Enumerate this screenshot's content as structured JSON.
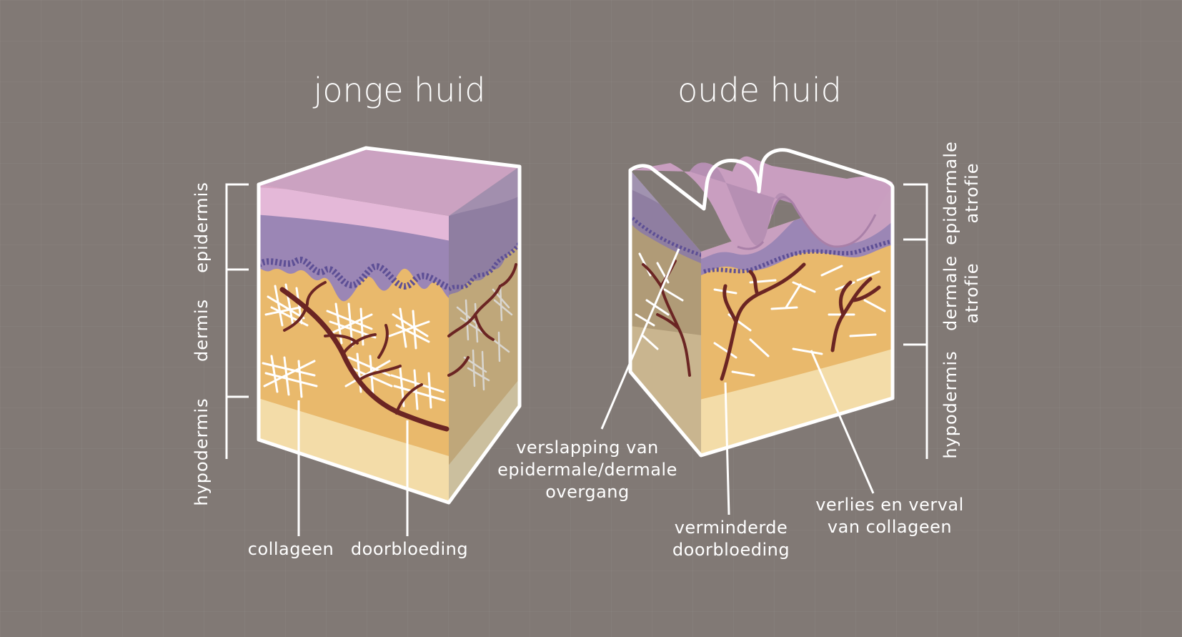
{
  "titles": {
    "young": "jonge huid",
    "old": "oude huid"
  },
  "left_layers": {
    "epidermis": "epidermis",
    "dermis": "dermis",
    "hypodermis": "hypodermis"
  },
  "right_layers": {
    "epidermal_line1": "epidermale",
    "epidermal_line2": "atrofie",
    "dermal_line1": "dermale",
    "dermal_line2": "atrofie",
    "hypodermis": "hypodermis"
  },
  "young_labels": {
    "collagen": "collageen",
    "blood": "doorbloeding"
  },
  "old_labels": {
    "junction_line1": "verslapping van",
    "junction_line2": "epidermale/dermale",
    "junction_line3": "overgang",
    "blood_line1": "verminderde",
    "blood_line2": "doorbloeding",
    "collagen_line1": "verlies en verval",
    "collagen_line2": "van collageen"
  },
  "colors": {
    "background": "#817975",
    "epidermis_top": "#d9a9c9",
    "epidermis_purple": "#9e86b4",
    "dermis": "#e8b86a",
    "hypodermis": "#f3dca8",
    "vessel": "#6b2523",
    "collagen": "#ffffff"
  }
}
